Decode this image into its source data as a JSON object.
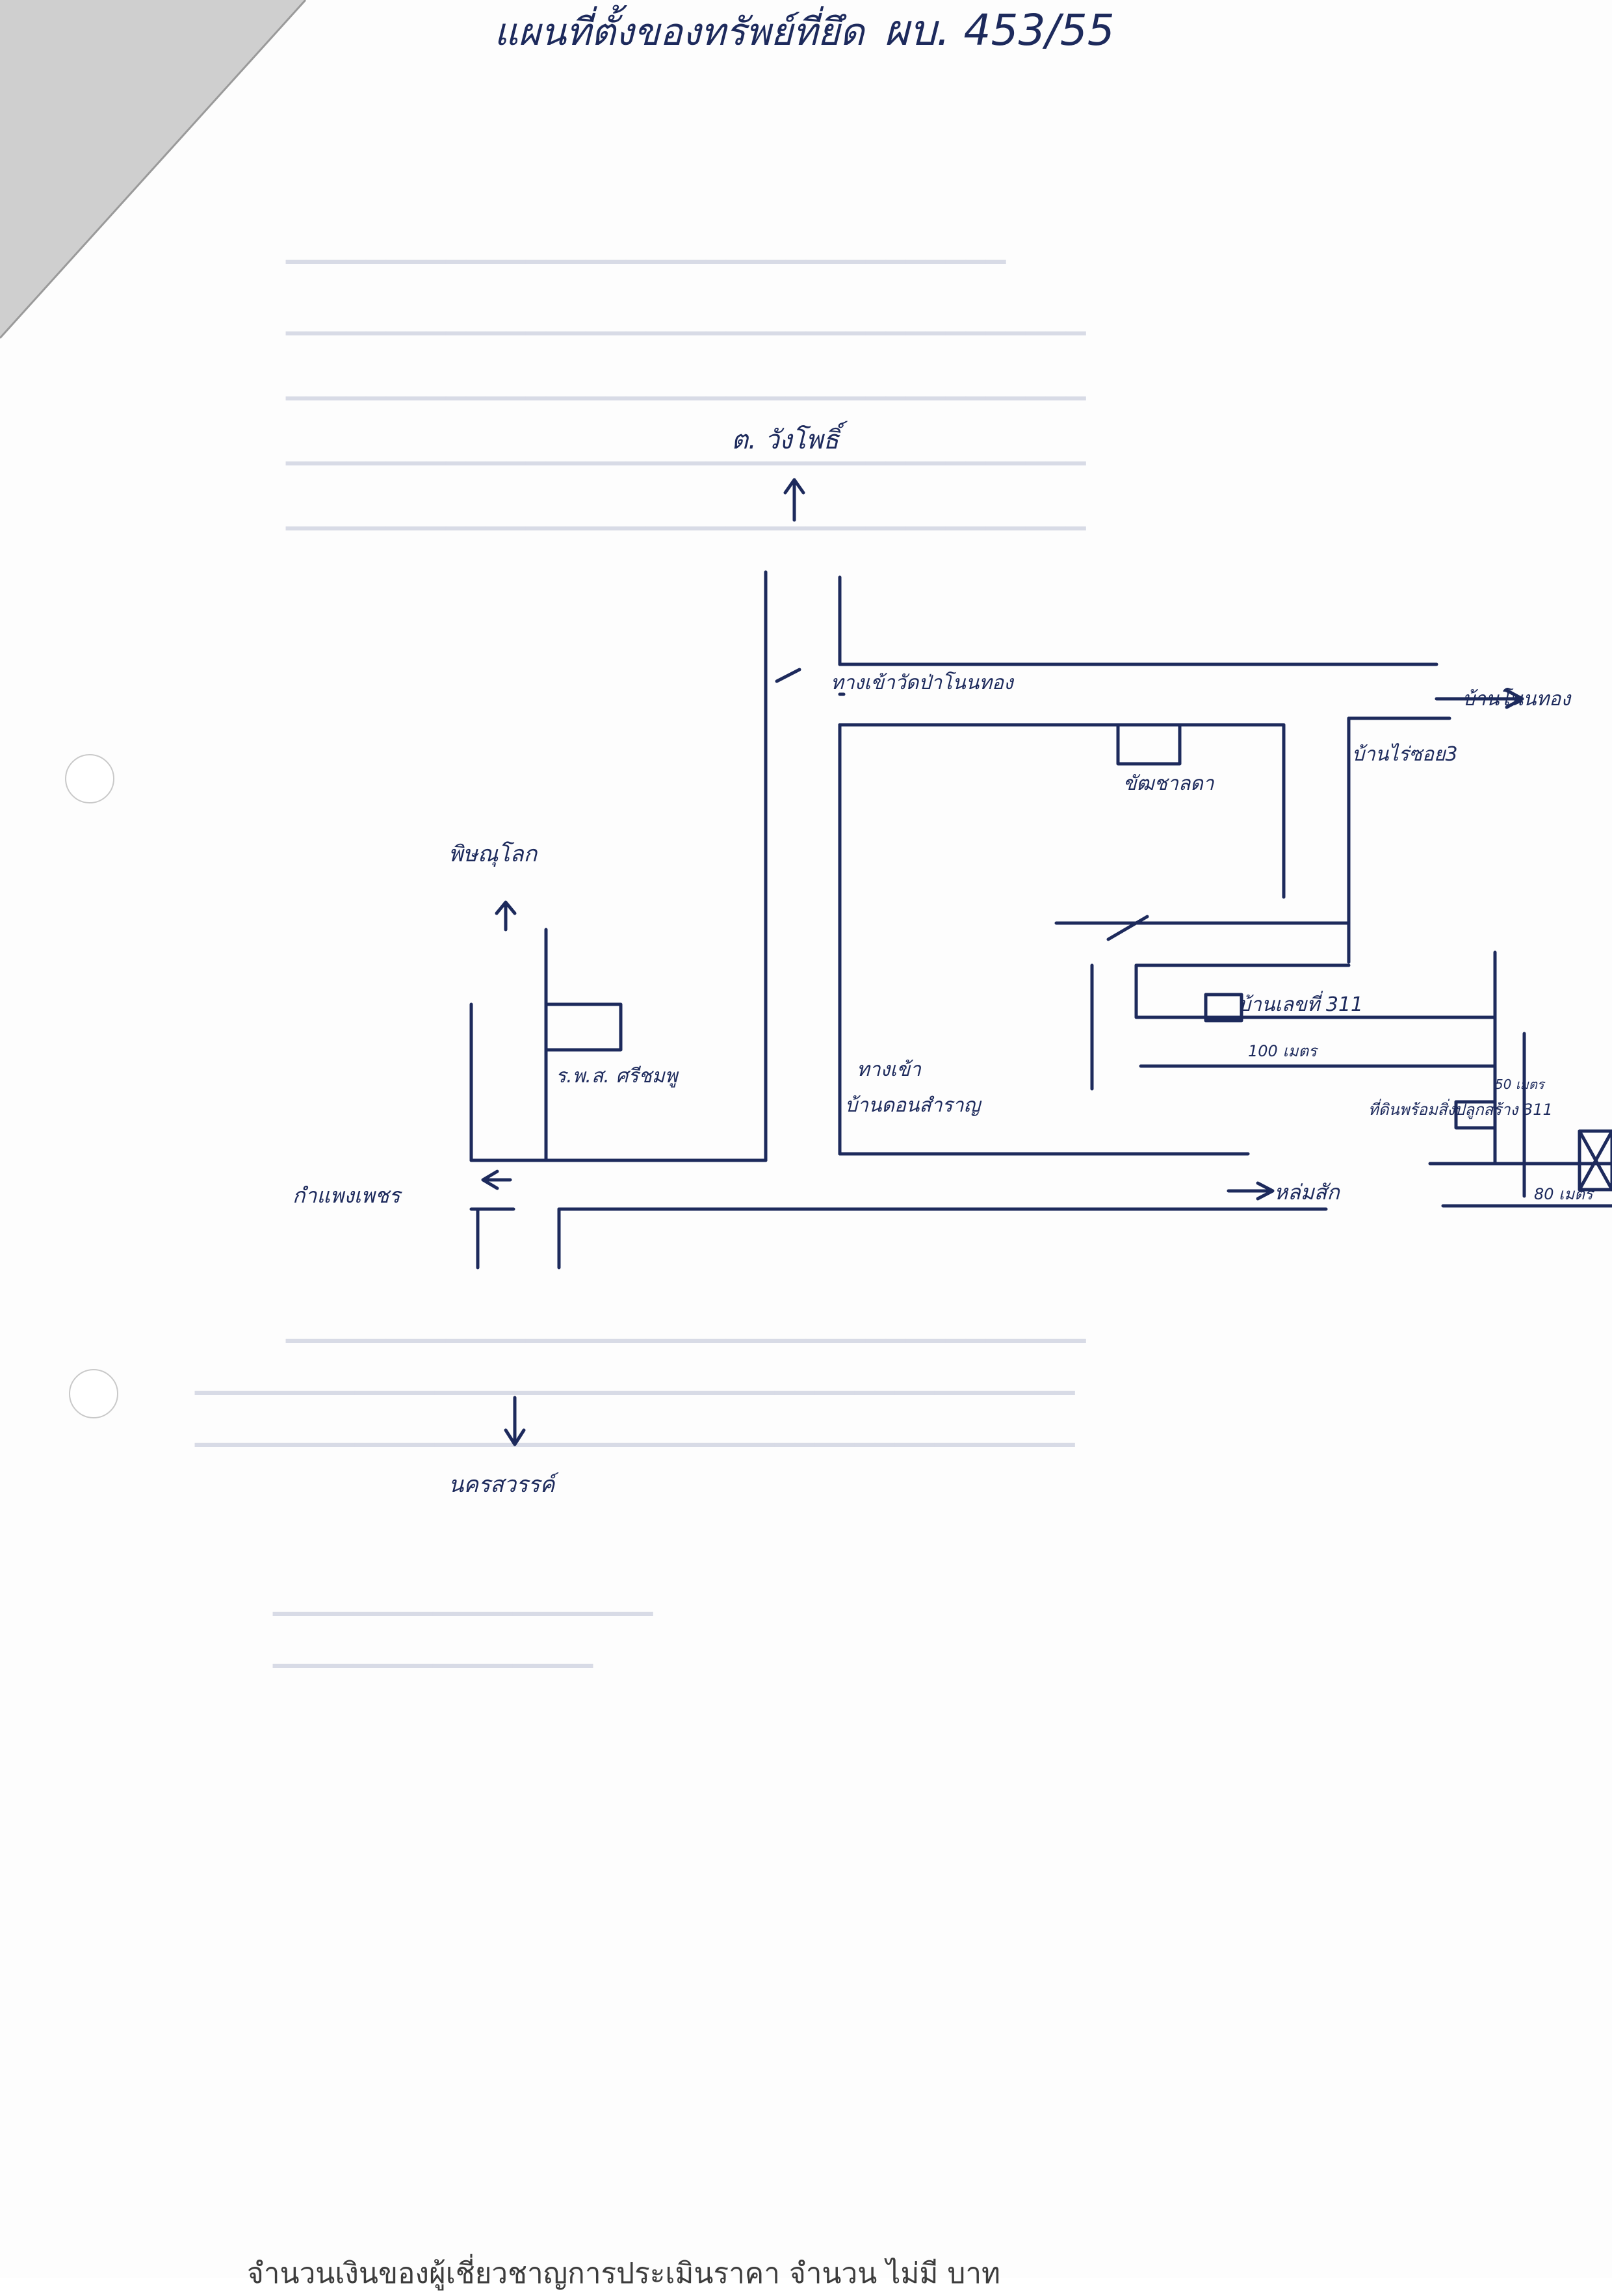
{
  "header": {
    "title": "แผนที่ตั้งของทรัพย์ที่ยึด",
    "doc_no": "ผบ. 453/55"
  },
  "map": {
    "labels": {
      "north": "ต. วังโพธิ์",
      "temple_road": "ทางเข้าวัดป่าโนนทอง",
      "ban_non_tong": "บ้านโนนทอง",
      "phichit_school": "ขัฒชาลดา",
      "ban_rai_soi": "บ้านไร่ซอย3",
      "phitsanulok": "พิษณุโลก",
      "school_left": "ร.พ.ส. ศรีชมพู",
      "house": "บ้านเลขที่ 311",
      "dist_100": "100 เมตร",
      "path_to": "ทางเข้า",
      "village_road": "บ้านดอนสำราญ",
      "kamphaeng": "กำแพงเพชร",
      "lom_sak": "หล่มสัก",
      "land": "ที่ดินพร้อมสิ่งปลูกสร้าง 311",
      "dist_80": "80 เมตร",
      "dist_50": "50 เมตร",
      "south": "นครสวรรค์"
    }
  },
  "footer": {
    "text": "จำนวนเงินของผู้เชี่ยวชาญการประเมินราคา จำนวน ไม่มี บาท"
  },
  "colors": {
    "ink": "#1d2a5c",
    "paper": "#fdfdfd",
    "ghost": "#d8dbe6"
  }
}
